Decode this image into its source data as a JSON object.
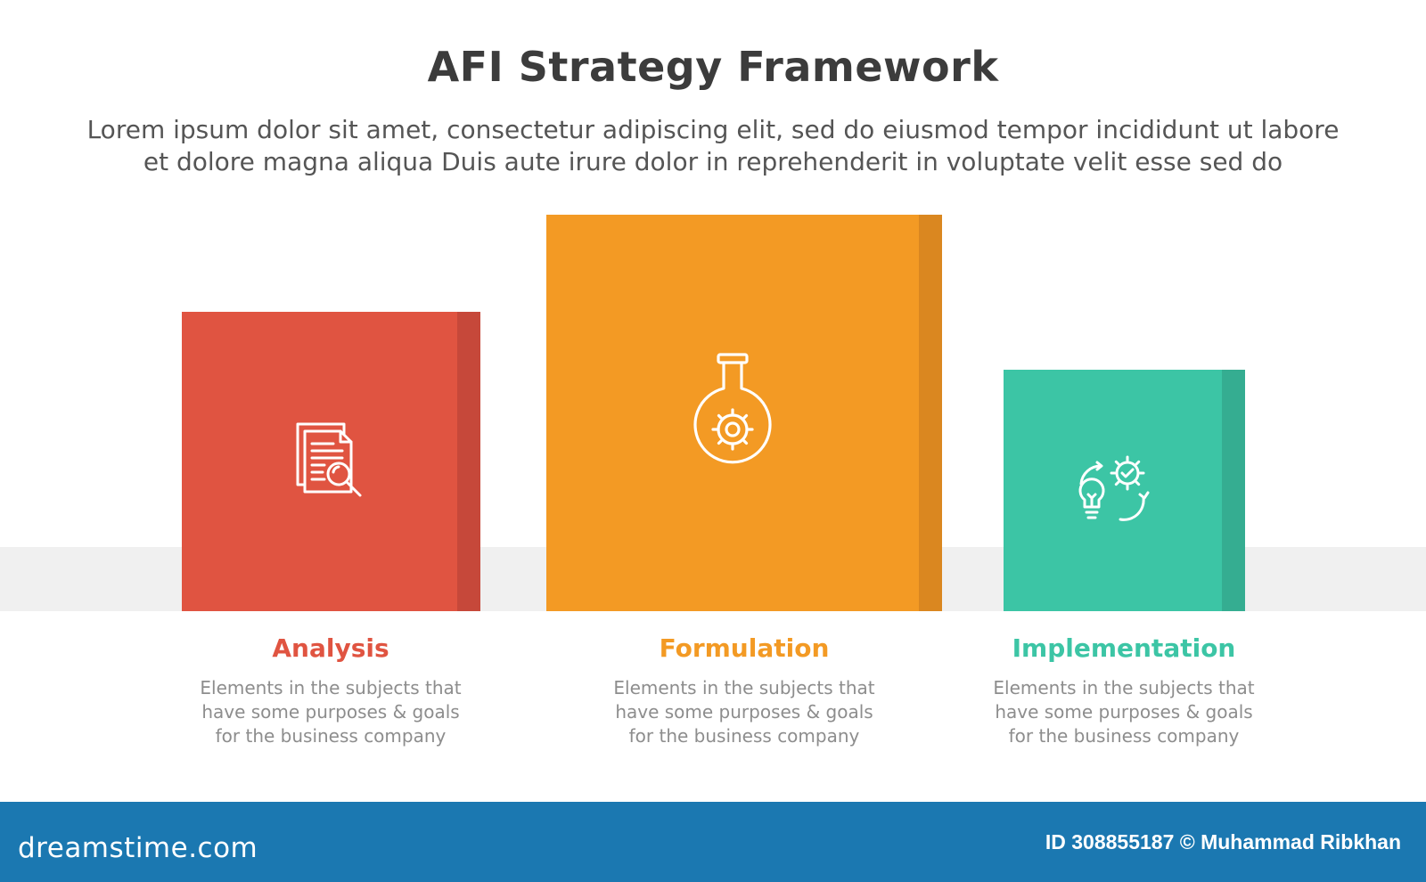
{
  "title": "AFI Strategy Framework",
  "subtitle": "Lorem ipsum dolor sit amet, consectetur adipiscing elit, sed do eiusmod tempor incididunt ut labore et dolore magna aliqua Duis aute irure dolor in reprehenderit in voluptate velit esse sed do",
  "steps": [
    {
      "title": "Analysis",
      "description": "Elements in the subjects that\nhave  some purposes & goals\nfor the  business company",
      "color": "#e05441",
      "icon": "document-search-icon"
    },
    {
      "title": "Formulation",
      "description": "Elements in the subjects that\nhave  some purposes & goals\nfor the  business company",
      "color": "#f39a24",
      "icon": "flask-gear-icon"
    },
    {
      "title": "Implementation",
      "description": "Elements in the subjects that\nhave  some purposes & goals\nfor the  business company",
      "color": "#3cc5a5",
      "icon": "idea-gear-cycle-icon"
    }
  ],
  "footer": {
    "logo": "dreamstime.com",
    "credit": "ID 308855187 © Muhammad Ribkhan",
    "color": "#1b78b1"
  }
}
